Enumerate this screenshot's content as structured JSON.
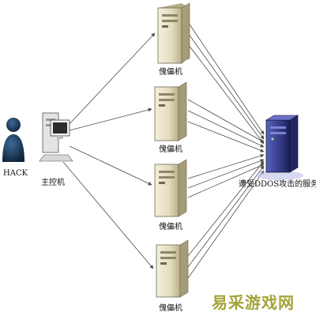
{
  "diagram": {
    "attacker_label": "HACK",
    "controller_label": "主控机",
    "zombie_label": "傀儡机",
    "zombies": [
      {
        "label": "傀儡机"
      },
      {
        "label": "傀儡机"
      },
      {
        "label": "傀儡机"
      },
      {
        "label": "傀儡机"
      }
    ],
    "target_label": "遭受DDOS攻击的服务器",
    "watermark": "易采游戏网",
    "colors": {
      "line": "#4a4a4a",
      "server_body": "#e6e0c8",
      "target_body": "#3a3f8a",
      "person": "#1f3a5a",
      "watermark": "#a3a33a"
    }
  }
}
